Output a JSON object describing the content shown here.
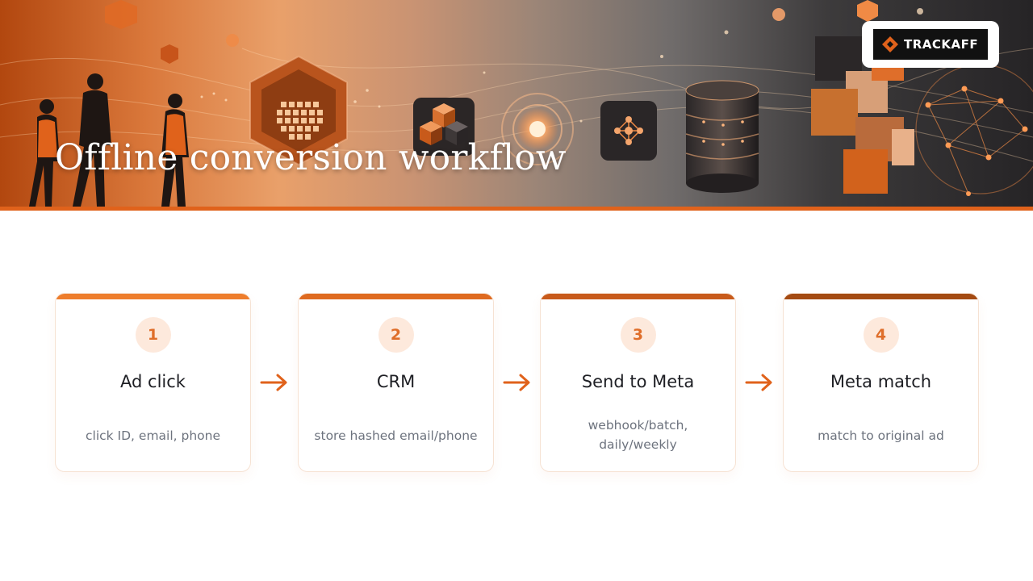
{
  "banner": {
    "title": "Offline conversion workflow",
    "logo_text": "TRACKAFF"
  },
  "flow": {
    "steps": [
      {
        "number": "1",
        "title": "Ad click",
        "description": "click ID, email, phone"
      },
      {
        "number": "2",
        "title": "CRM",
        "description": "store hashed email/phone"
      },
      {
        "number": "3",
        "title": "Send to Meta",
        "description": "webhook/batch, daily/weekly"
      },
      {
        "number": "4",
        "title": "Meta match",
        "description": "match to original ad"
      }
    ]
  },
  "colors": {
    "accent": "#e0621b",
    "badge_bg": "#fde9dc",
    "badge_text": "#df6e2a",
    "card_bars": [
      "#ee7d2c",
      "#df6a1f",
      "#c85a1a",
      "#a44a12"
    ]
  }
}
